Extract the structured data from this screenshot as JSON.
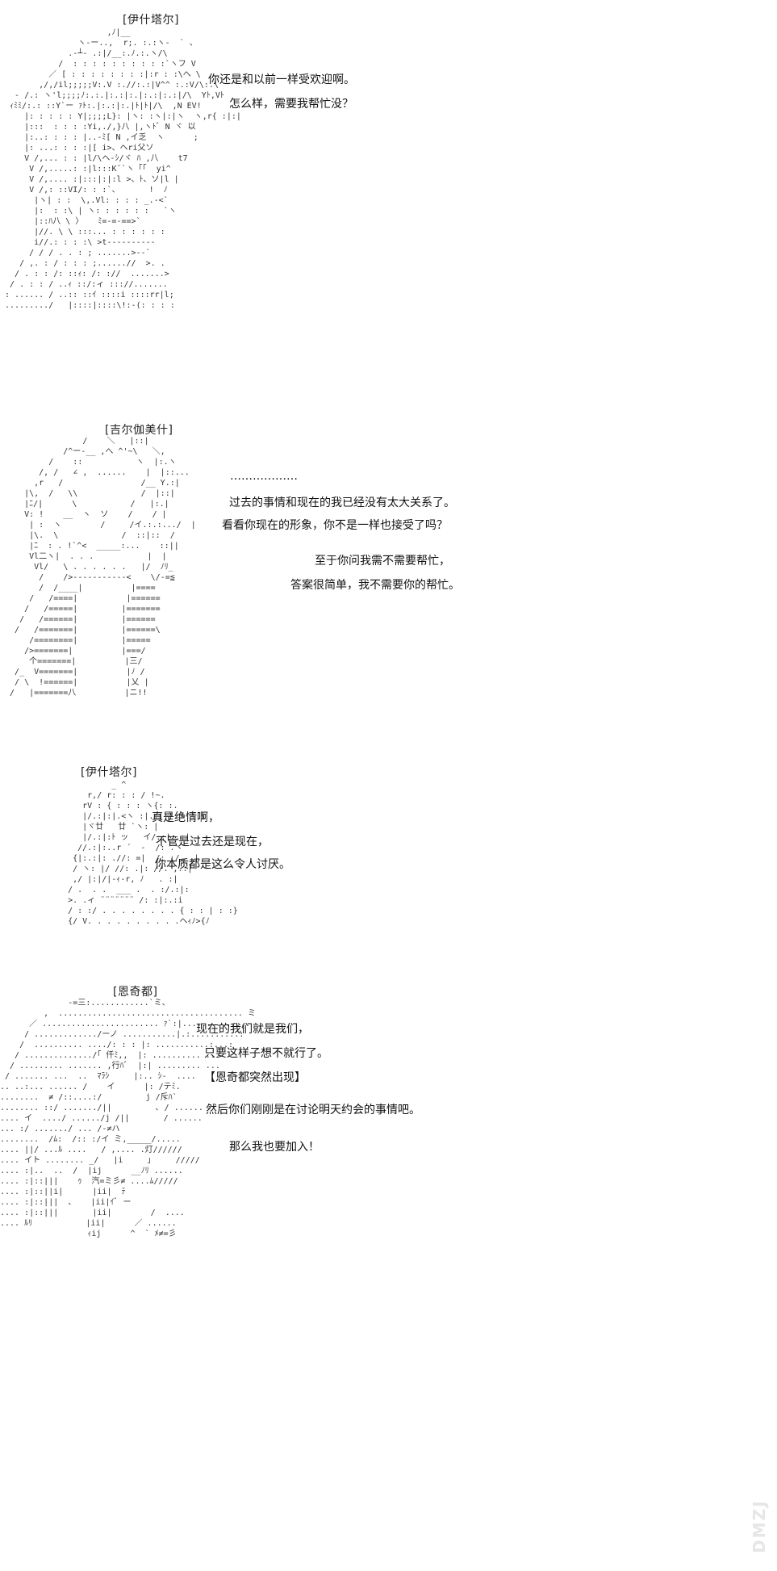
{
  "panels": [
    {
      "speaker": "[伊什塔尔]",
      "lines": [
        "你还是和以前一样受欢迎啊。",
        "怎么样，需要我帮忙没？"
      ]
    },
    {
      "speaker": "[吉尔伽美什]",
      "lines": [
        "………………",
        "过去的事情和现在的我已经没有太大关系了。",
        "看看你现在的形象，你不是一样也接受了吗？",
        "至于你问我需不需要帮忙，",
        "答案很简单，我不需要你的帮忙。"
      ]
    },
    {
      "speaker": "[伊什塔尔]",
      "lines": [
        "真是绝情啊，",
        "不管是过去还是现在，",
        "你本质都是这么令人讨厌。"
      ]
    },
    {
      "speaker": "[恩奇都]",
      "lines": [
        "现在的我们就是我们，",
        "只要这样子想不就行了。",
        "【恩奇都突然出现】",
        "然后你们刚刚是在讨论明天约会的事情吧。",
        "那么我也要加入！"
      ]
    }
  ],
  "watermark": "DMZJ"
}
